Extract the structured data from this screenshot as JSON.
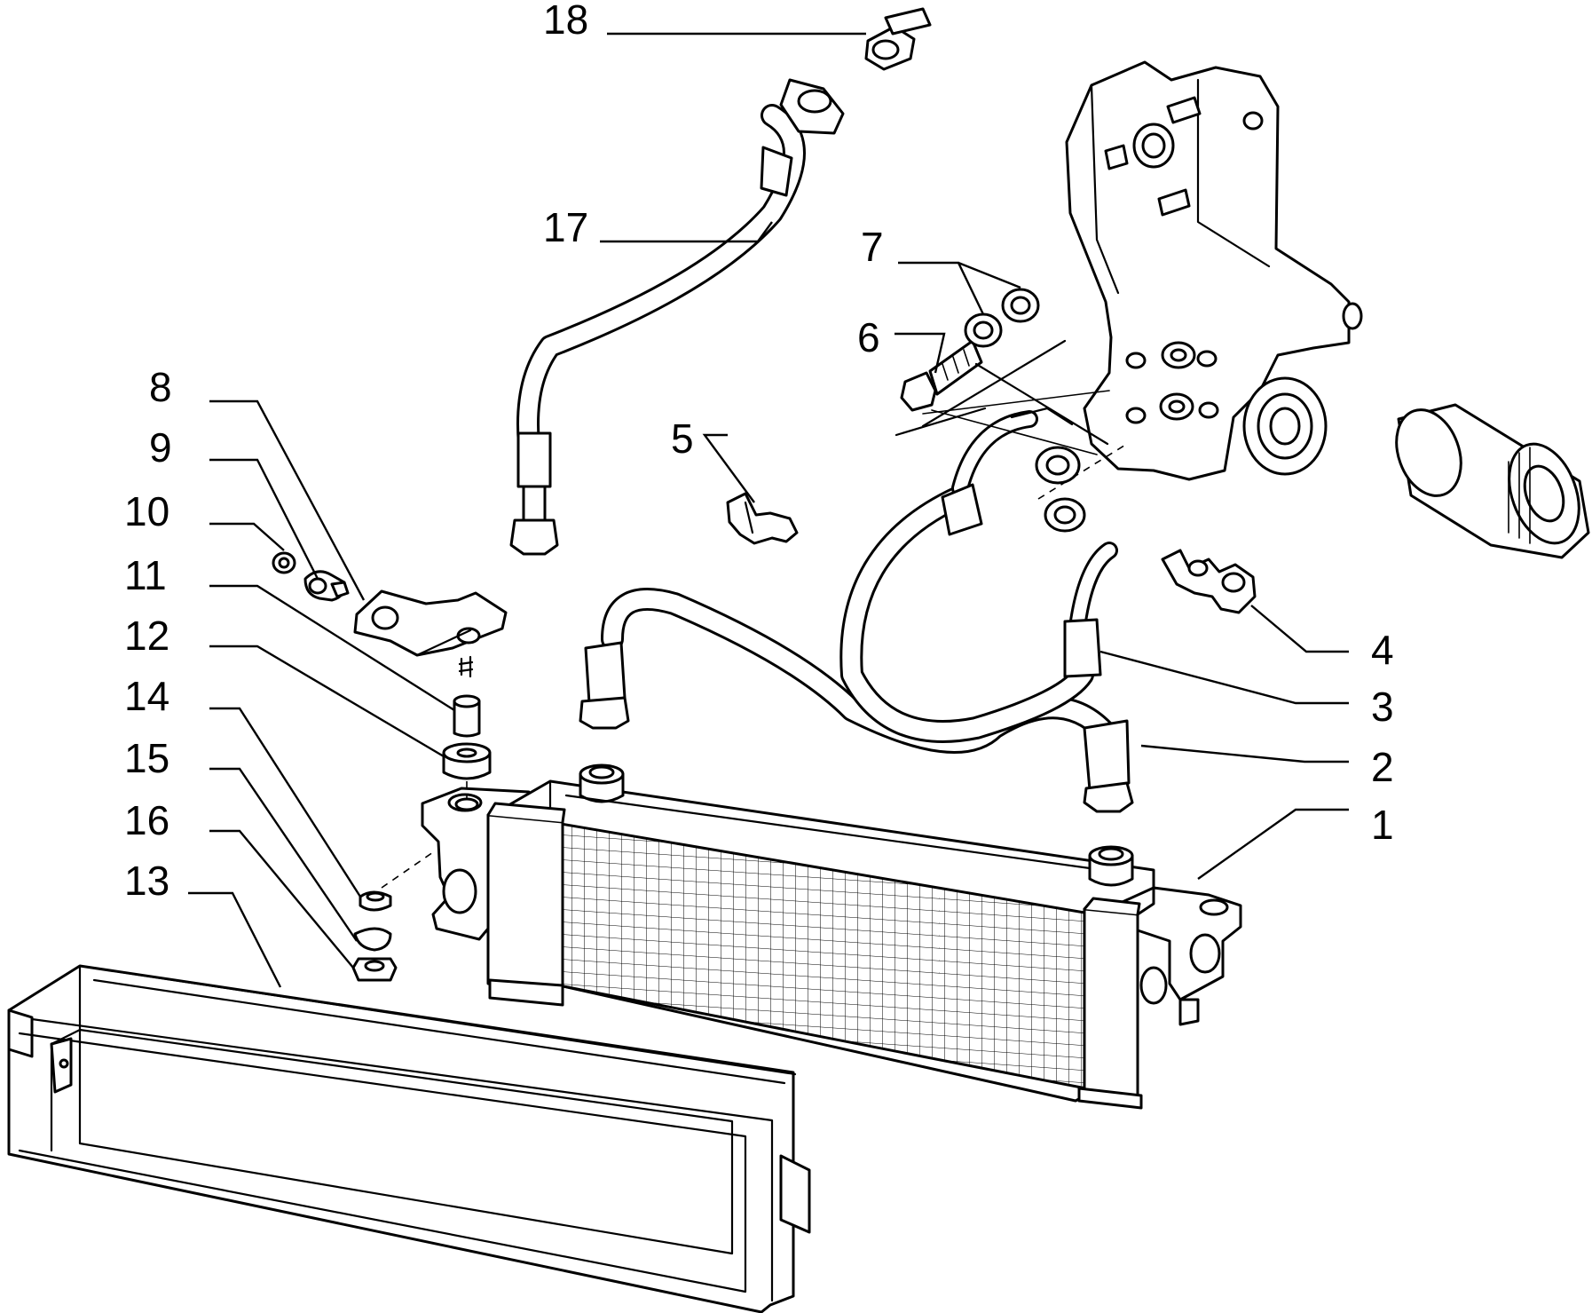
{
  "callouts": [
    {
      "id": "1",
      "text": "1"
    },
    {
      "id": "2",
      "text": "2"
    },
    {
      "id": "3",
      "text": "3"
    },
    {
      "id": "4",
      "text": "4"
    },
    {
      "id": "5",
      "text": "5"
    },
    {
      "id": "6",
      "text": "6"
    },
    {
      "id": "7",
      "text": "7"
    },
    {
      "id": "8",
      "text": "8"
    },
    {
      "id": "9",
      "text": "9"
    },
    {
      "id": "10",
      "text": "10"
    },
    {
      "id": "11",
      "text": "11"
    },
    {
      "id": "12",
      "text": "12"
    },
    {
      "id": "13",
      "text": "13"
    },
    {
      "id": "14",
      "text": "14"
    },
    {
      "id": "15",
      "text": "15"
    },
    {
      "id": "16",
      "text": "16"
    },
    {
      "id": "17",
      "text": "17"
    },
    {
      "id": "18",
      "text": "18"
    }
  ],
  "style": {
    "line_color": "#000000",
    "background": "#ffffff"
  }
}
